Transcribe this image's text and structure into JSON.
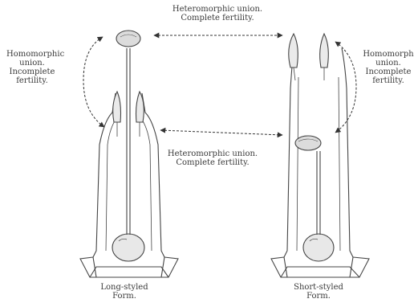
{
  "labels": {
    "top_union": {
      "line1": "Heteromorphic union.",
      "line2": "Complete fertility."
    },
    "middle_union": {
      "line1": "Heteromorphic union.",
      "line2": "Complete fertility."
    },
    "left_union": {
      "line1": "Homomorphic",
      "line2": "union.",
      "line3": "Incomplete",
      "line4": "fertility."
    },
    "right_union": {
      "line1": "Homomorph",
      "line2": "union.",
      "line3": "Incomplete",
      "line4": "fertility."
    },
    "left_form": {
      "line1": "Long-styled",
      "line2": "Form."
    },
    "right_form": {
      "line1": "Short-styled",
      "line2": "Form."
    }
  }
}
